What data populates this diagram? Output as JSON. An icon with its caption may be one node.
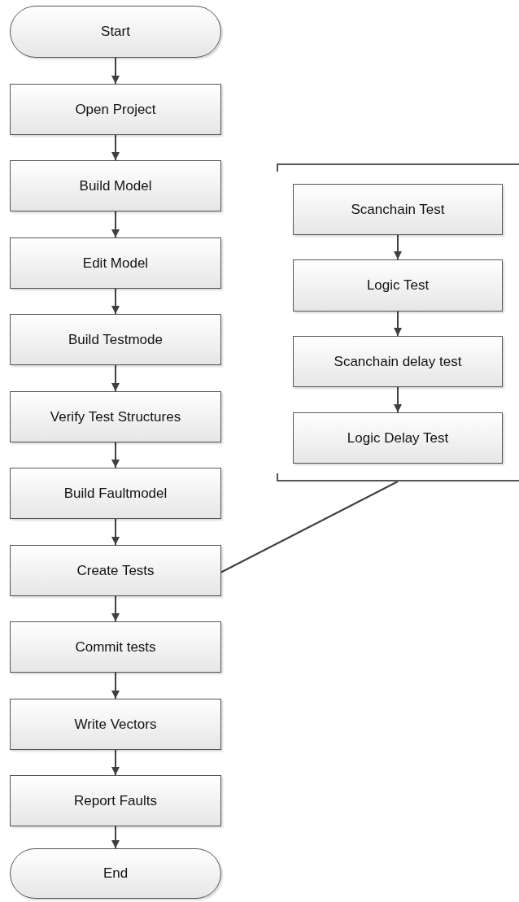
{
  "diagram": {
    "nodes": [
      {
        "text": [
          "Start"
        ]
      },
      {
        "text": [
          "Open Project"
        ]
      },
      {
        "text": [
          "Build Model"
        ]
      },
      {
        "text": [
          "Edit Model"
        ]
      },
      {
        "text": [
          "Build Testmode"
        ]
      },
      {
        "text": [
          "Verify Test Structures"
        ]
      },
      {
        "text": [
          "Build Faultmodel"
        ]
      },
      {
        "text": [
          "Create Tests"
        ]
      },
      {
        "text": [
          "Commit tests"
        ]
      },
      {
        "text": [
          "Write Vectors"
        ]
      },
      {
        "text": [
          "Report Faults"
        ]
      },
      {
        "text": [
          "End"
        ]
      },
      {
        "text": [],
        "shape": "bracket"
      },
      {
        "text": [
          "Scanchain Test"
        ],
        "in": 12
      },
      {
        "text": [
          "Logic Test"
        ],
        "in": 12
      },
      {
        "text": [
          "Scanchain delay test"
        ],
        "in": 12
      },
      {
        "text": [
          "Logic Delay Test"
        ],
        "in": 12
      }
    ],
    "edges": [
      {
        "from": 0,
        "to": 1,
        "arrow": "to"
      },
      {
        "from": 1,
        "to": 2,
        "arrow": "to"
      },
      {
        "from": 2,
        "to": 3,
        "arrow": "to"
      },
      {
        "from": 3,
        "to": 4,
        "arrow": "to"
      },
      {
        "from": 4,
        "to": 5,
        "arrow": "to"
      },
      {
        "from": 5,
        "to": 6,
        "arrow": "to"
      },
      {
        "from": 6,
        "to": 7,
        "arrow": "to"
      },
      {
        "from": 7,
        "to": 8,
        "arrow": "to"
      },
      {
        "from": 8,
        "to": 9,
        "arrow": "to"
      },
      {
        "from": 9,
        "to": 10,
        "arrow": "to"
      },
      {
        "from": 10,
        "to": 11,
        "arrow": "to"
      },
      {
        "from": 13,
        "to": 14,
        "arrow": "to"
      },
      {
        "from": 14,
        "to": 15,
        "arrow": "to"
      },
      {
        "from": 15,
        "to": 16,
        "arrow": "to"
      },
      {
        "from": 7,
        "to": 12,
        "arrow": "none"
      }
    ]
  }
}
